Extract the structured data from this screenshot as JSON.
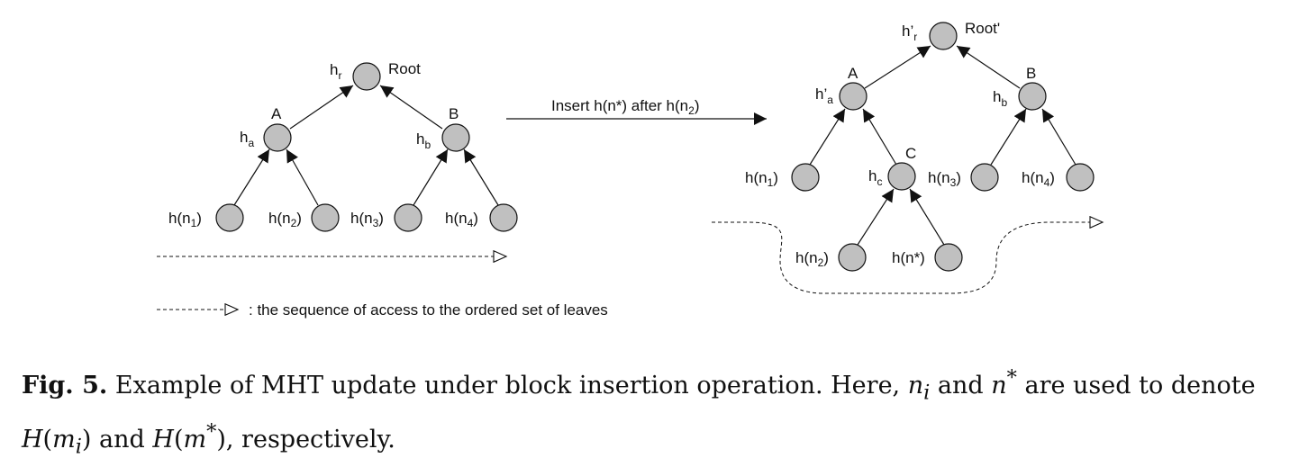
{
  "left_tree": {
    "root_hash": "h",
    "root_hash_sub": "r",
    "root_label": "Root",
    "node_a_label": "A",
    "node_a_hash": "h",
    "node_a_hash_sub": "a",
    "node_b_label": "B",
    "node_b_hash": "h",
    "node_b_hash_sub": "b",
    "leaves": [
      "h(n",
      "h(n",
      "h(n",
      "h(n"
    ],
    "leaf_subs": [
      "1",
      "2",
      "3",
      "4"
    ]
  },
  "arrow_label": "Insert h(n*) after h(n",
  "arrow_label_sub": "2",
  "arrow_label_end": ")",
  "right_tree": {
    "root_hash": "h’",
    "root_hash_sub": "r",
    "root_label": "Root'",
    "node_a_label": "A",
    "node_a_hash": "h’",
    "node_a_hash_sub": "a",
    "node_b_label": "B",
    "node_b_hash": "h",
    "node_b_hash_sub": "b",
    "node_c_label": "C",
    "node_c_hash": "h",
    "node_c_hash_sub": "c",
    "leaves": [
      "h(n",
      "h(n",
      "h(n",
      "h(n"
    ],
    "leaf_subs": [
      "1",
      "3",
      "4",
      "2"
    ],
    "new_leaf": "h(n*)"
  },
  "legend_text": ": the sequence of access to the ordered set of leaves",
  "caption": {
    "fig_label": "Fig. 5.",
    "t1": " Example of MHT update under block insertion operation. Here, ",
    "n": "n",
    "i": "i",
    "t2": " and ",
    "nstar": "n",
    "star": "*",
    "t3": " are used to denote ",
    "H": "H",
    "m": "m",
    "t4": " and ",
    "t5": ", respectively."
  },
  "colors": {
    "node_fill": "#c0c0c0",
    "stroke": "#111111"
  }
}
